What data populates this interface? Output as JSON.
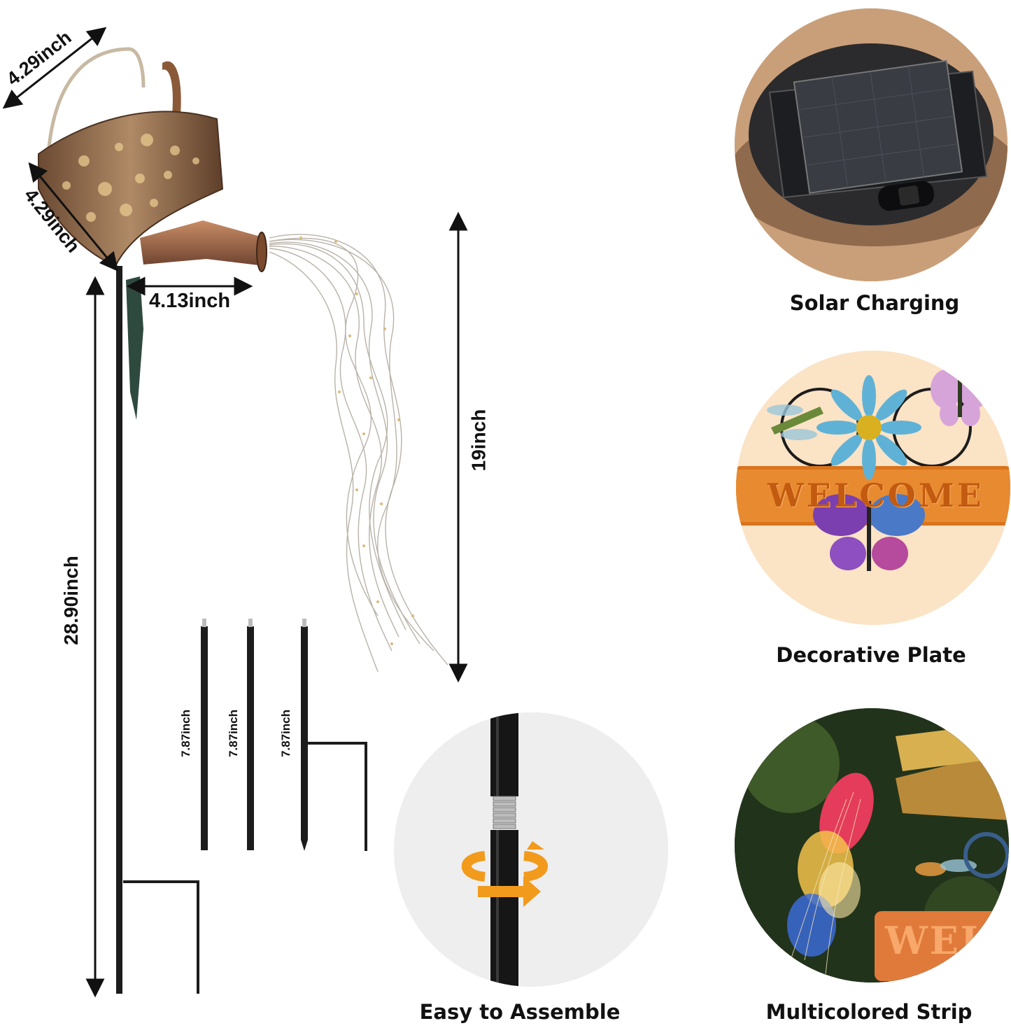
{
  "dimensions": {
    "can_width_top": "4.29inch",
    "can_width_side": "4.29inch",
    "spout_length": "4.13inch",
    "light_drop": "19inch",
    "total_height": "28.90inch",
    "stake_1": "7.87inch",
    "stake_2": "7.87inch",
    "stake_3": "7.87inch"
  },
  "features": {
    "solar": "Solar Charging",
    "plate": "Decorative Plate",
    "plate_sign": "WELCOME",
    "strip": "Multicolored Strip",
    "strip_sign": "WEL",
    "assemble": "Easy to Assemble"
  },
  "colors": {
    "rust": "#8a5a38",
    "copper": "#b07a4e",
    "rod": "#1c1c1c",
    "arrow_orange": "#f29a1c",
    "plate_bg": "#fbe3c6",
    "assemble_bg": "#eeeeee"
  }
}
